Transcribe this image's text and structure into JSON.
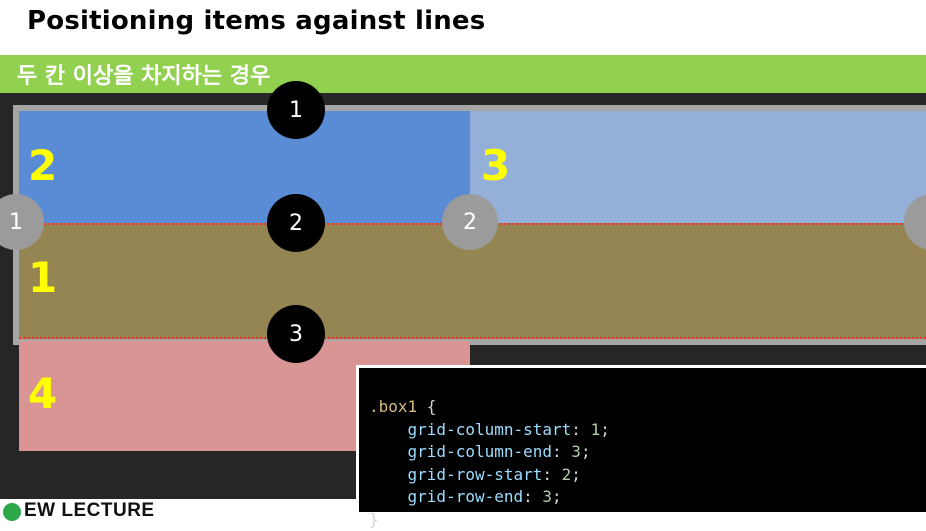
{
  "title": "Positioning items against lines",
  "subtitle": "두 칸 이상을 차지하는 경우",
  "boxes": {
    "box2": "2",
    "box3": "3",
    "box1": "1",
    "box4": "4"
  },
  "markers": {
    "row_line_1": "1",
    "row_line_2": "2",
    "row_line_3": "3",
    "col_line_1": "1",
    "col_line_2": "2"
  },
  "code": {
    "selector": ".box1",
    "open": " {",
    "lines": [
      {
        "prop": "grid-column-start",
        "value": "1"
      },
      {
        "prop": "grid-column-end",
        "value": "3"
      },
      {
        "prop": "grid-row-start",
        "value": "2"
      },
      {
        "prop": "grid-row-end",
        "value": "3"
      }
    ],
    "close": "}"
  },
  "logo": {
    "text": "EW LECTURE"
  },
  "colors": {
    "accent_green": "#92d050",
    "box1": "#948552",
    "box2": "#5a8bd5",
    "box3": "#95b0d8",
    "box4": "#d99594",
    "number": "#ffff00"
  }
}
